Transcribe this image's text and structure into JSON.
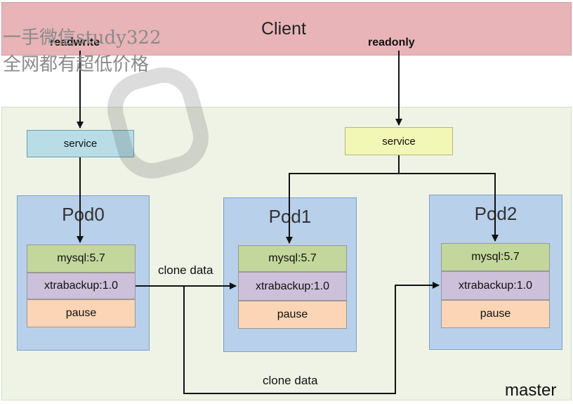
{
  "client": {
    "title": "Client",
    "readwrite": "readwrite",
    "readonly": "readonly"
  },
  "service_left": "service",
  "service_right": "service",
  "pods": [
    {
      "name": "Pod0",
      "mysql": "mysql:5.7",
      "xtrabackup": "xtrabackup:1.0",
      "pause": "pause"
    },
    {
      "name": "Pod1",
      "mysql": "mysql:5.7",
      "xtrabackup": "xtrabackup:1.0",
      "pause": "pause"
    },
    {
      "name": "Pod2",
      "mysql": "mysql:5.7",
      "xtrabackup": "xtrabackup:1.0",
      "pause": "pause"
    }
  ],
  "clone_data_top": "clone data",
  "clone_data_bottom": "clone data",
  "master": "master",
  "watermark": {
    "line1": "一手微信study322",
    "line2": "全网都有超低价格"
  }
}
